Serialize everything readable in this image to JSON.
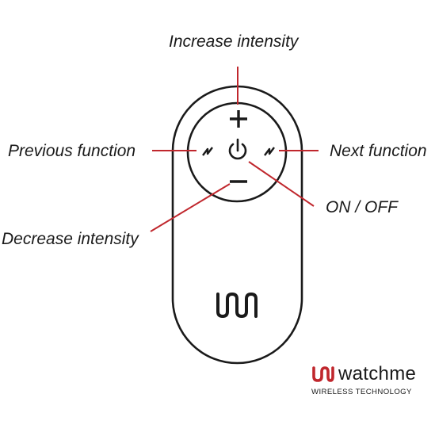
{
  "labels": {
    "increase": "Increase intensity",
    "previous": "Previous function",
    "next": "Next function",
    "on_off": "ON / OFF",
    "decrease": "Decrease intensity"
  },
  "brand": {
    "name": "watchme",
    "tagline": "WIRELESS TECHNOLOGY"
  },
  "colors": {
    "accent": "#c0272d",
    "outline": "#1a1a1a"
  },
  "icons": [
    "plus-icon",
    "minus-icon",
    "power-icon",
    "bolt-icon",
    "watchme-logo-icon"
  ]
}
